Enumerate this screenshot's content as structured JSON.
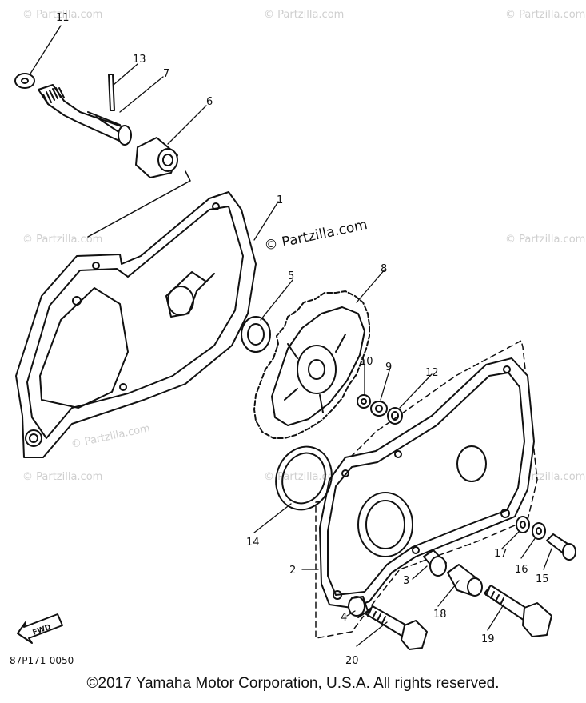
{
  "watermarks": {
    "tl": "© Partzilla.com",
    "tc": "© Partzilla.com",
    "tr": "© Partzilla.com",
    "ml": "© Partzilla.com",
    "center": "© Partzilla.com",
    "mr": "© Partzilla.com",
    "ll": "© Partzilla.com",
    "lc": "© Partzilla.com",
    "lr": "© Partzilla.com",
    "bc": "© Partzilla.com"
  },
  "labels": {
    "p1": "1",
    "p2": "2",
    "p3": "3",
    "p4": "4",
    "p5": "5",
    "p6": "6",
    "p7": "7",
    "p8": "8",
    "p9": "9",
    "p10": "10",
    "p11": "11",
    "p12": "12",
    "p13": "13",
    "p14": "14",
    "p15": "15",
    "p16": "16",
    "p17": "17",
    "p18": "18",
    "p19": "19",
    "p20": "20"
  },
  "fwd_text": "FWD",
  "figure_code": "87P171-0050",
  "copyright": "©2017  Yamaha Motor Corporation, U.S.A. All rights reserved."
}
